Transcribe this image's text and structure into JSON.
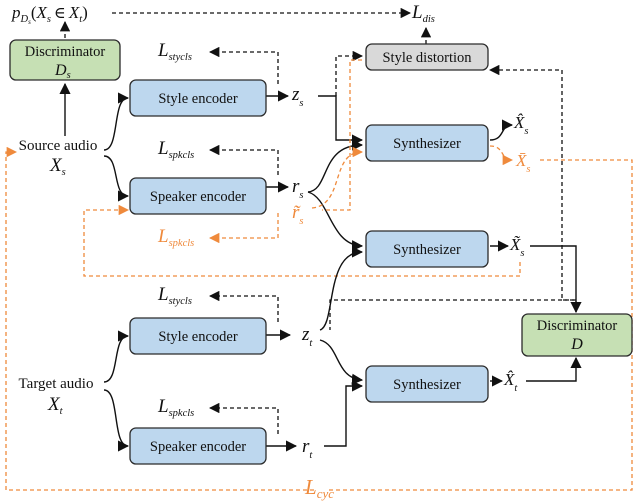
{
  "blocks": {
    "style_encoder_source": "Style encoder",
    "speaker_encoder_source": "Speaker encoder",
    "style_encoder_target": "Style encoder",
    "speaker_encoder_target": "Speaker encoder",
    "synthesizer_1": "Synthesizer",
    "synthesizer_2": "Synthesizer",
    "synthesizer_3": "Synthesizer",
    "style_distortion": "Style distortion",
    "discriminator_top": "Discriminator",
    "discriminator_top_symbol": "D",
    "discriminator_top_symbol_sub": "s",
    "discriminator_right": "Discriminator",
    "discriminator_right_symbol": "D"
  },
  "inputs": {
    "source_audio": "Source audio",
    "source_symbol": "X",
    "source_sub": "s",
    "target_audio": "Target audio",
    "target_symbol": "X",
    "target_sub": "t"
  },
  "variables": {
    "z": "z",
    "r": "r",
    "r_tilde": "r̃",
    "s": "s",
    "t": "t",
    "X_hat": "X̂",
    "X_bar": "X̄",
    "X_tilde": "X̃"
  },
  "losses": {
    "L": "L",
    "stycls": "stycls",
    "spkcls": "spkcls",
    "dis": "dis",
    "cyc": "cyc"
  },
  "probability": {
    "p": "p",
    "D": "D",
    "s": "s",
    "open": "(",
    "X": "X",
    "in": "∈",
    "close": ")"
  },
  "colors": {
    "encoder_fill": "#bdd7ee",
    "discriminator_fill": "#c6e0b4",
    "distortion_fill": "#d9d9d9",
    "cycle_path": "#ef8a3c"
  }
}
